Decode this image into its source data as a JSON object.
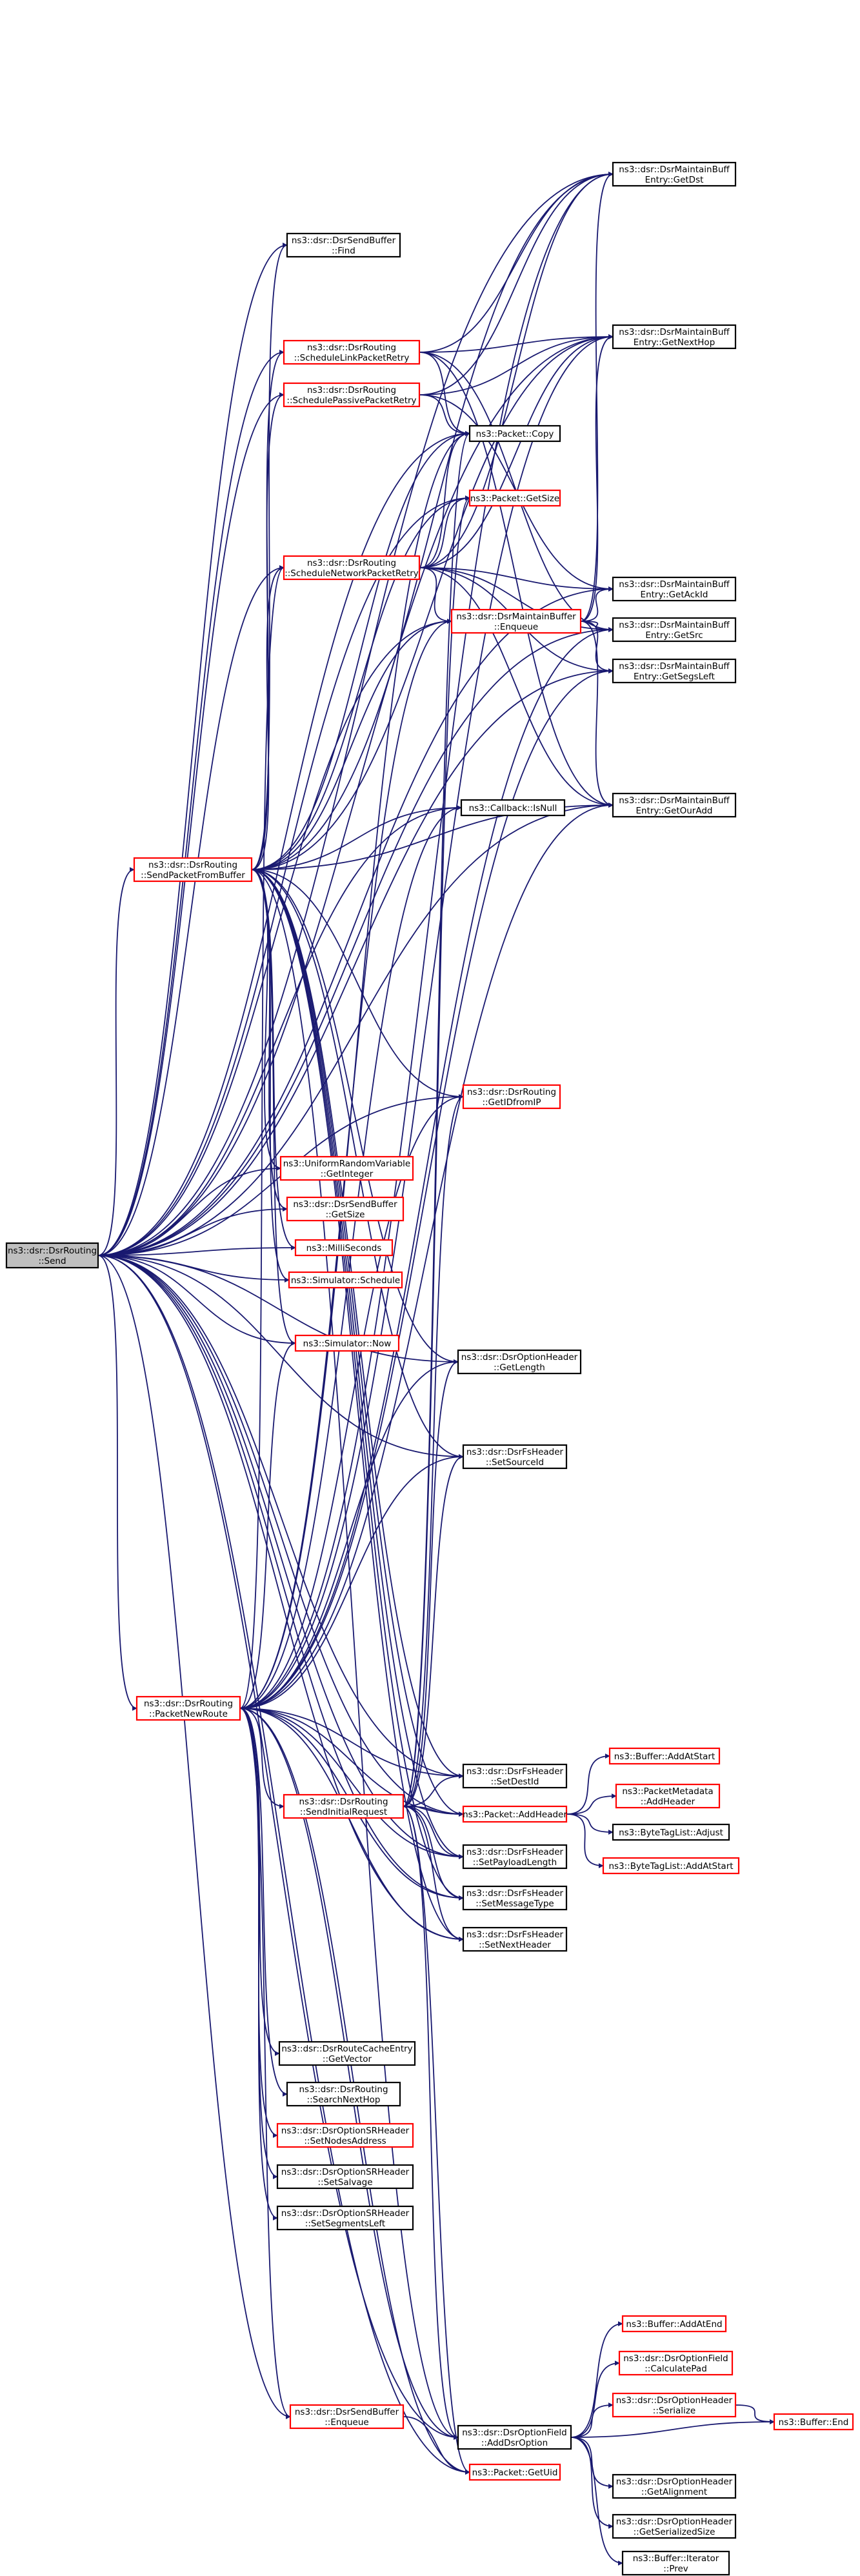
{
  "colors": {
    "edge": "#191970",
    "root_fill": "#bfbfbf",
    "node_fill": "#ffffff",
    "border_black": "#000000",
    "border_red": "#ff0000"
  },
  "nodes": [
    {
      "id": "send",
      "lines": [
        "ns3::dsr::DsrRouting",
        "::Send"
      ],
      "border": "black",
      "root": true
    },
    {
      "id": "maint_getdst",
      "lines": [
        "ns3::dsr::DsrMaintainBuff",
        "Entry::GetDst"
      ],
      "border": "black"
    },
    {
      "id": "sendbuf_find",
      "lines": [
        "ns3::dsr::DsrSendBuffer",
        "::Find"
      ],
      "border": "black"
    },
    {
      "id": "sched_link",
      "lines": [
        "ns3::dsr::DsrRouting",
        "::ScheduleLinkPacketRetry"
      ],
      "border": "red"
    },
    {
      "id": "maint_getnexthop",
      "lines": [
        "ns3::dsr::DsrMaintainBuff",
        "Entry::GetNextHop"
      ],
      "border": "black"
    },
    {
      "id": "sched_passive",
      "lines": [
        "ns3::dsr::DsrRouting",
        "::SchedulePassivePacketRetry"
      ],
      "border": "red"
    },
    {
      "id": "packet_copy",
      "lines": [
        "ns3::Packet::Copy"
      ],
      "border": "black"
    },
    {
      "id": "packet_getsize",
      "lines": [
        "ns3::Packet::GetSize"
      ],
      "border": "red"
    },
    {
      "id": "sched_network",
      "lines": [
        "ns3::dsr::DsrRouting",
        "::ScheduleNetworkPacketRetry"
      ],
      "border": "red"
    },
    {
      "id": "maint_getackid",
      "lines": [
        "ns3::dsr::DsrMaintainBuff",
        "Entry::GetAckId"
      ],
      "border": "black"
    },
    {
      "id": "maint_enqueue",
      "lines": [
        "ns3::dsr::DsrMaintainBuffer",
        "::Enqueue"
      ],
      "border": "red"
    },
    {
      "id": "maint_getsrc",
      "lines": [
        "ns3::dsr::DsrMaintainBuff",
        "Entry::GetSrc"
      ],
      "border": "black"
    },
    {
      "id": "maint_getsegsleft",
      "lines": [
        "ns3::dsr::DsrMaintainBuff",
        "Entry::GetSegsLeft"
      ],
      "border": "black"
    },
    {
      "id": "callback_isnull",
      "lines": [
        "ns3::Callback::IsNull"
      ],
      "border": "black"
    },
    {
      "id": "maint_getouradd",
      "lines": [
        "ns3::dsr::DsrMaintainBuff",
        "Entry::GetOurAdd"
      ],
      "border": "black"
    },
    {
      "id": "sendpacketfrombuffer",
      "lines": [
        "ns3::dsr::DsrRouting",
        "::SendPacketFromBuffer"
      ],
      "border": "red"
    },
    {
      "id": "getidfromip",
      "lines": [
        "ns3::dsr::DsrRouting",
        "::GetIDfromIP"
      ],
      "border": "red"
    },
    {
      "id": "urv_getinteger",
      "lines": [
        "ns3::UniformRandomVariable",
        "::GetInteger"
      ],
      "border": "red"
    },
    {
      "id": "sendbuf_getsize",
      "lines": [
        "ns3::dsr::DsrSendBuffer",
        "::GetSize"
      ],
      "border": "red"
    },
    {
      "id": "milliseconds",
      "lines": [
        "ns3::MilliSeconds"
      ],
      "border": "red"
    },
    {
      "id": "simulator_schedule",
      "lines": [
        "ns3::Simulator::Schedule"
      ],
      "border": "red"
    },
    {
      "id": "simulator_now",
      "lines": [
        "ns3::Simulator::Now"
      ],
      "border": "red"
    },
    {
      "id": "optheader_getlength",
      "lines": [
        "ns3::dsr::DsrOptionHeader",
        "::GetLength"
      ],
      "border": "black"
    },
    {
      "id": "fsheader_setsourceid",
      "lines": [
        "ns3::dsr::DsrFsHeader",
        "::SetSourceId"
      ],
      "border": "black"
    },
    {
      "id": "packetnewroute",
      "lines": [
        "ns3::dsr::DsrRouting",
        "::PacketNewRoute"
      ],
      "border": "red"
    },
    {
      "id": "fsheader_setdestid",
      "lines": [
        "ns3::dsr::DsrFsHeader",
        "::SetDestId"
      ],
      "border": "black"
    },
    {
      "id": "buffer_addatstart",
      "lines": [
        "ns3::Buffer::AddAtStart"
      ],
      "border": "red"
    },
    {
      "id": "packetmetadata_addheader",
      "lines": [
        "ns3::PacketMetadata",
        "::AddHeader"
      ],
      "border": "red"
    },
    {
      "id": "sendinitialrequest",
      "lines": [
        "ns3::dsr::DsrRouting",
        "::SendInitialRequest"
      ],
      "border": "red"
    },
    {
      "id": "packet_addheader",
      "lines": [
        "ns3::Packet::AddHeader"
      ],
      "border": "red"
    },
    {
      "id": "bytetaglist_adjust",
      "lines": [
        "ns3::ByteTagList::Adjust"
      ],
      "border": "black"
    },
    {
      "id": "bytetaglist_addatstart",
      "lines": [
        "ns3::ByteTagList::AddAtStart"
      ],
      "border": "red"
    },
    {
      "id": "fsheader_setpayloadlength",
      "lines": [
        "ns3::dsr::DsrFsHeader",
        "::SetPayloadLength"
      ],
      "border": "black"
    },
    {
      "id": "fsheader_setmessagetype",
      "lines": [
        "ns3::dsr::DsrFsHeader",
        "::SetMessageType"
      ],
      "border": "black"
    },
    {
      "id": "fsheader_setnextheader",
      "lines": [
        "ns3::dsr::DsrFsHeader",
        "::SetNextHeader"
      ],
      "border": "black"
    },
    {
      "id": "routecache_getvector",
      "lines": [
        "ns3::dsr::DsrRouteCacheEntry",
        "::GetVector"
      ],
      "border": "black"
    },
    {
      "id": "searchnexthop",
      "lines": [
        "ns3::dsr::DsrRouting",
        "::SearchNextHop"
      ],
      "border": "black"
    },
    {
      "id": "srheader_setnodesaddress",
      "lines": [
        "ns3::dsr::DsrOptionSRHeader",
        "::SetNodesAddress"
      ],
      "border": "red"
    },
    {
      "id": "srheader_setsalvage",
      "lines": [
        "ns3::dsr::DsrOptionSRHeader",
        "::SetSalvage"
      ],
      "border": "black"
    },
    {
      "id": "srheader_setsegmentsleft",
      "lines": [
        "ns3::dsr::DsrOptionSRHeader",
        "::SetSegmentsLeft"
      ],
      "border": "black"
    },
    {
      "id": "buffer_addatend",
      "lines": [
        "ns3::Buffer::AddAtEnd"
      ],
      "border": "red"
    },
    {
      "id": "optionfield_calculatepad",
      "lines": [
        "ns3::dsr::DsrOptionField",
        "::CalculatePad"
      ],
      "border": "red"
    },
    {
      "id": "optionheader_serialize",
      "lines": [
        "ns3::dsr::DsrOptionHeader",
        "::Serialize"
      ],
      "border": "red"
    },
    {
      "id": "buffer_end",
      "lines": [
        "ns3::Buffer::End"
      ],
      "border": "red"
    },
    {
      "id": "sendbuf_enqueue",
      "lines": [
        "ns3::dsr::DsrSendBuffer",
        "::Enqueue"
      ],
      "border": "red"
    },
    {
      "id": "optionfield_adddsroption",
      "lines": [
        "ns3::dsr::DsrOptionField",
        "::AddDsrOption"
      ],
      "border": "black"
    },
    {
      "id": "packet_getuid",
      "lines": [
        "ns3::Packet::GetUid"
      ],
      "border": "red"
    },
    {
      "id": "optionheader_getalignment",
      "lines": [
        "ns3::dsr::DsrOptionHeader",
        "::GetAlignment"
      ],
      "border": "black"
    },
    {
      "id": "optionheader_getserializedsize",
      "lines": [
        "ns3::dsr::DsrOptionHeader",
        "::GetSerializedSize"
      ],
      "border": "black"
    },
    {
      "id": "buffer_iterator_prev",
      "lines": [
        "ns3::Buffer::Iterator",
        "::Prev"
      ],
      "border": "black"
    }
  ]
}
